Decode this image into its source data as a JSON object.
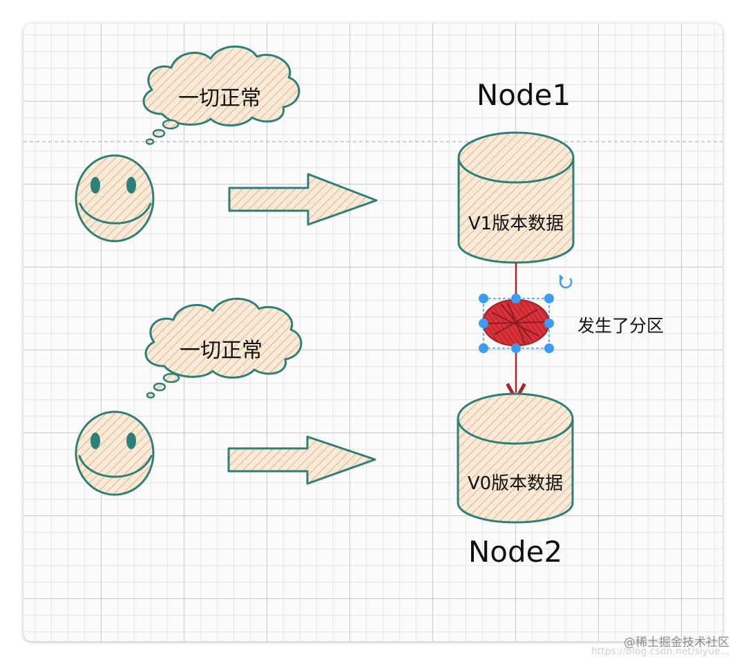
{
  "diagram": {
    "node1_label": "Node1",
    "node2_label": "Node2",
    "db1_text": "V1版本数据",
    "db2_text": "V0版本数据",
    "thought1_text": "一切正常",
    "thought2_text": "一切正常",
    "partition_label": "发生了分区"
  },
  "watermark": {
    "main": "@稀土掘金技术社区",
    "url": "https://blog.csdn.net/siyue..."
  },
  "colors": {
    "teal_stroke": "#2e7f77",
    "fill_beige": "#f6e7d2",
    "hatch": "#e9c8a0",
    "red_stroke": "#a8262b",
    "red_fill": "#d42b34",
    "selection_blue": "#3d9cf0"
  },
  "icons": {
    "rotate": "rotate-icon"
  }
}
